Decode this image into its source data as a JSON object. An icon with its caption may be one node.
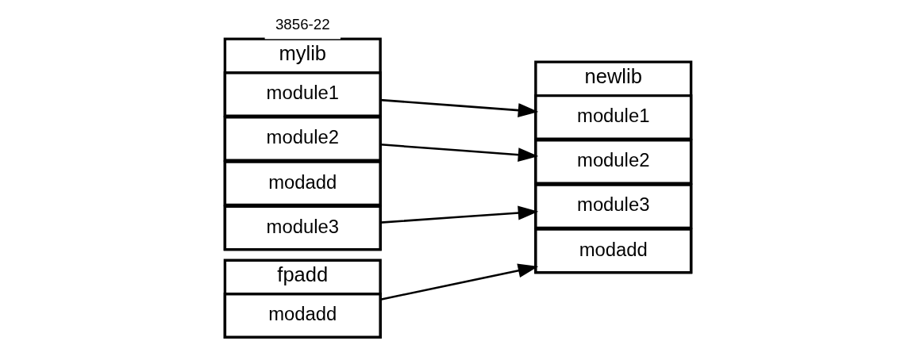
{
  "diagram": {
    "nodes": [
      {
        "text": [
          "mylib"
        ]
      },
      {
        "text": [
          "module1"
        ],
        "in": 0
      },
      {
        "text": [
          "module2"
        ],
        "in": 0
      },
      {
        "text": [
          "modadd"
        ],
        "in": 0
      },
      {
        "text": [
          "module3"
        ],
        "in": 0
      },
      {
        "text": [
          "newlib"
        ]
      },
      {
        "text": [
          "module1"
        ],
        "in": 5
      },
      {
        "text": [
          "module2"
        ],
        "in": 5
      },
      {
        "text": [
          "module3"
        ],
        "in": 5
      },
      {
        "text": [
          "modadd"
        ],
        "in": 5
      },
      {
        "text": [
          "fpadd"
        ]
      },
      {
        "text": [
          "modadd"
        ],
        "in": 10
      }
    ],
    "edges": [
      {
        "from": 1,
        "to": 6,
        "arrow": "to"
      },
      {
        "from": 2,
        "to": 7,
        "arrow": "to"
      },
      {
        "from": 4,
        "to": 8,
        "arrow": "to"
      },
      {
        "from": 11,
        "to": 9,
        "arrow": "to"
      }
    ],
    "labels": [
      "3856-22"
    ]
  }
}
